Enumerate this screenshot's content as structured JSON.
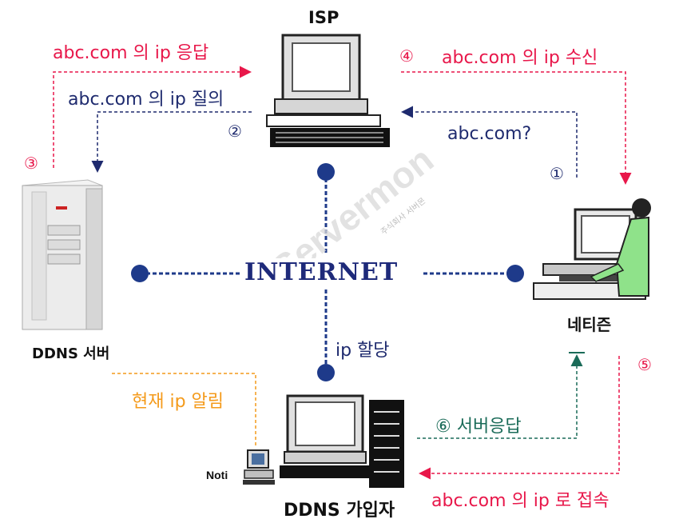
{
  "title": "ISP",
  "center_label": "INTERNET",
  "nodes": {
    "isp": "ISP",
    "ddns_server": "DDNS 서버",
    "netizen": "네티즌",
    "subscriber": "DDNS 가입자",
    "noti": "Noti"
  },
  "labels": {
    "ip_response": "abc.com 의 ip 응답",
    "ip_query": "abc.com 의 ip 질의",
    "ip_receive": "abc.com 의 ip 수신",
    "abc_query": "abc.com?",
    "ip_assign": "ip 할당",
    "current_ip_notify": "현재 ip 알림",
    "server_response": "⑥ 서버응답",
    "connect_by_ip": "abc.com 의 ip 로 접속"
  },
  "steps": {
    "s1": "①",
    "s2": "②",
    "s3": "③",
    "s4": "④",
    "s5": "⑤"
  },
  "watermark": "Servermon",
  "watermark_sub": "주식회사 서버몬",
  "colors": {
    "red": "#e8174a",
    "navy": "#1e2a6e",
    "orange": "#f49a1a",
    "teal": "#1a6b58",
    "line_blue": "#1e3a8a"
  }
}
